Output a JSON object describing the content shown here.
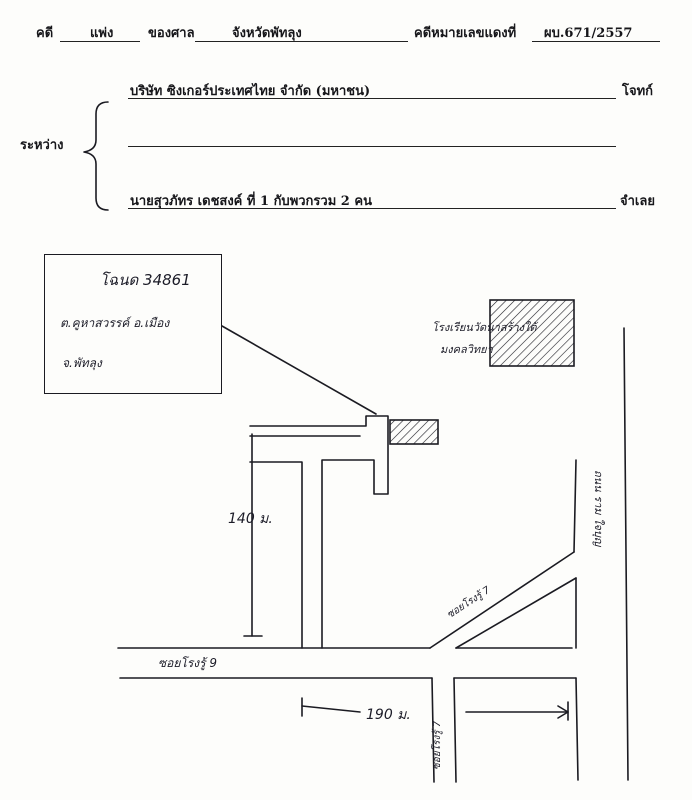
{
  "header": {
    "case_label": "คดี",
    "case_type": "แพ่ง",
    "court_label": "ของศาล",
    "court_name": "จังหวัดพัทลุง",
    "red_no_label": "คดีหมายเลขแดงที่",
    "red_no": "ผบ.671/2557"
  },
  "parties": {
    "between_label": "ระหว่าง",
    "plaintiff": "บริษัท ซิงเกอร์ประเทศไทย จำกัด (มหาชน)",
    "plaintiff_role": "โจทก์",
    "defendant": "นายสุวภัทร เดชสงค์ ที่ 1 กับพวกรวม 2 คน",
    "defendant_role": "จำเลย"
  },
  "map": {
    "title_box": {
      "deed": "โฉนด 34861",
      "subdistrict": "ต.คูหาสวรรค์  อ.เมือง",
      "province": "จ.พัทลุง"
    },
    "school_label_line1": "โรงเรียนวัดนาสร้างใต้",
    "school_label_line2": "มงคลวิทยา",
    "distance_vertical": "140 ม.",
    "distance_horizontal": "190 ม.",
    "road_main": "ถนน ราม ใจบุญ",
    "soi_9": "ซอยโรงรู้ 9",
    "soi_7_a": "ซอยโรงรู้ 7",
    "soi_7_b": "ซอยโรงรู้ 7",
    "colors": {
      "ink": "#1b1b22",
      "paper": "#fdfdfb"
    }
  }
}
